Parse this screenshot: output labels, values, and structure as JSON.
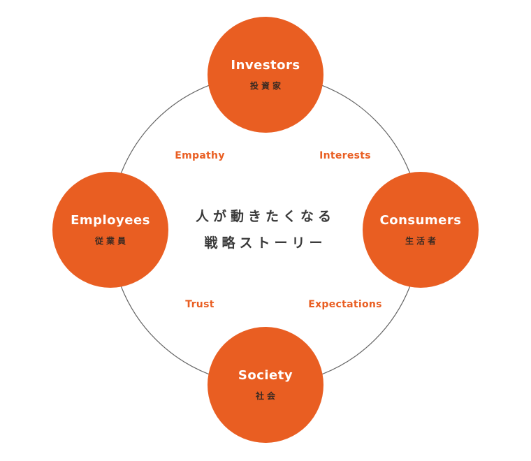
{
  "colors": {
    "accent": "#e95e22",
    "ring": "#666666",
    "text_dark": "#3a3a3a"
  },
  "center": {
    "line1": "人が動きたくなる",
    "line2": "戦略ストーリー"
  },
  "nodes": {
    "investors": {
      "en": "Investors",
      "jp": "投資家"
    },
    "consumers": {
      "en": "Consumers",
      "jp": "生活者"
    },
    "society": {
      "en": "Society",
      "jp": "社会"
    },
    "employees": {
      "en": "Employees",
      "jp": "従業員"
    }
  },
  "relations": {
    "empathy": "Empathy",
    "interests": "Interests",
    "trust": "Trust",
    "expectations": "Expectations"
  }
}
